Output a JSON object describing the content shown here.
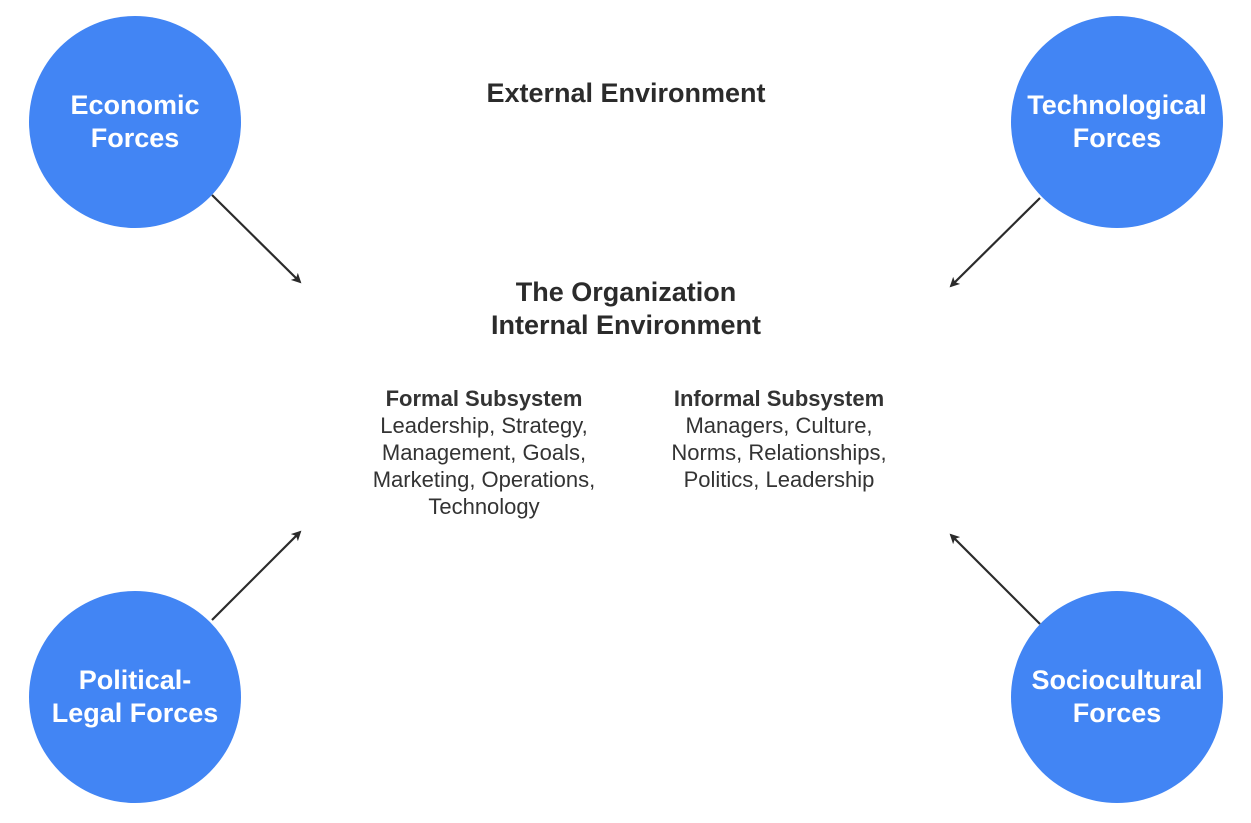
{
  "external": {
    "title": "External Environment"
  },
  "organization": {
    "title_line1": "The Organization",
    "title_line2": "Internal Environment"
  },
  "forces": {
    "economic": {
      "line1": "Economic",
      "line2": "Forces"
    },
    "technological": {
      "line1": "Technological",
      "line2": "Forces"
    },
    "political": {
      "line1": "Political-",
      "line2": "Legal Forces"
    },
    "sociocultural": {
      "line1": "Sociocultural",
      "line2": "Forces"
    }
  },
  "formal": {
    "title": "Formal Subsystem",
    "lines": [
      "Leadership, Strategy,",
      "Management, Goals,",
      "Marketing, Operations,",
      "Technology"
    ]
  },
  "informal": {
    "title": "Informal Subsystem",
    "lines": [
      "Managers, Culture,",
      "Norms, Relationships,",
      "Politics, Leadership"
    ]
  },
  "colors": {
    "circle_fill": "#4285f4",
    "circle_text": "#ffffff",
    "text": "#2b2b2b",
    "arrow": "#2b2b2b"
  }
}
